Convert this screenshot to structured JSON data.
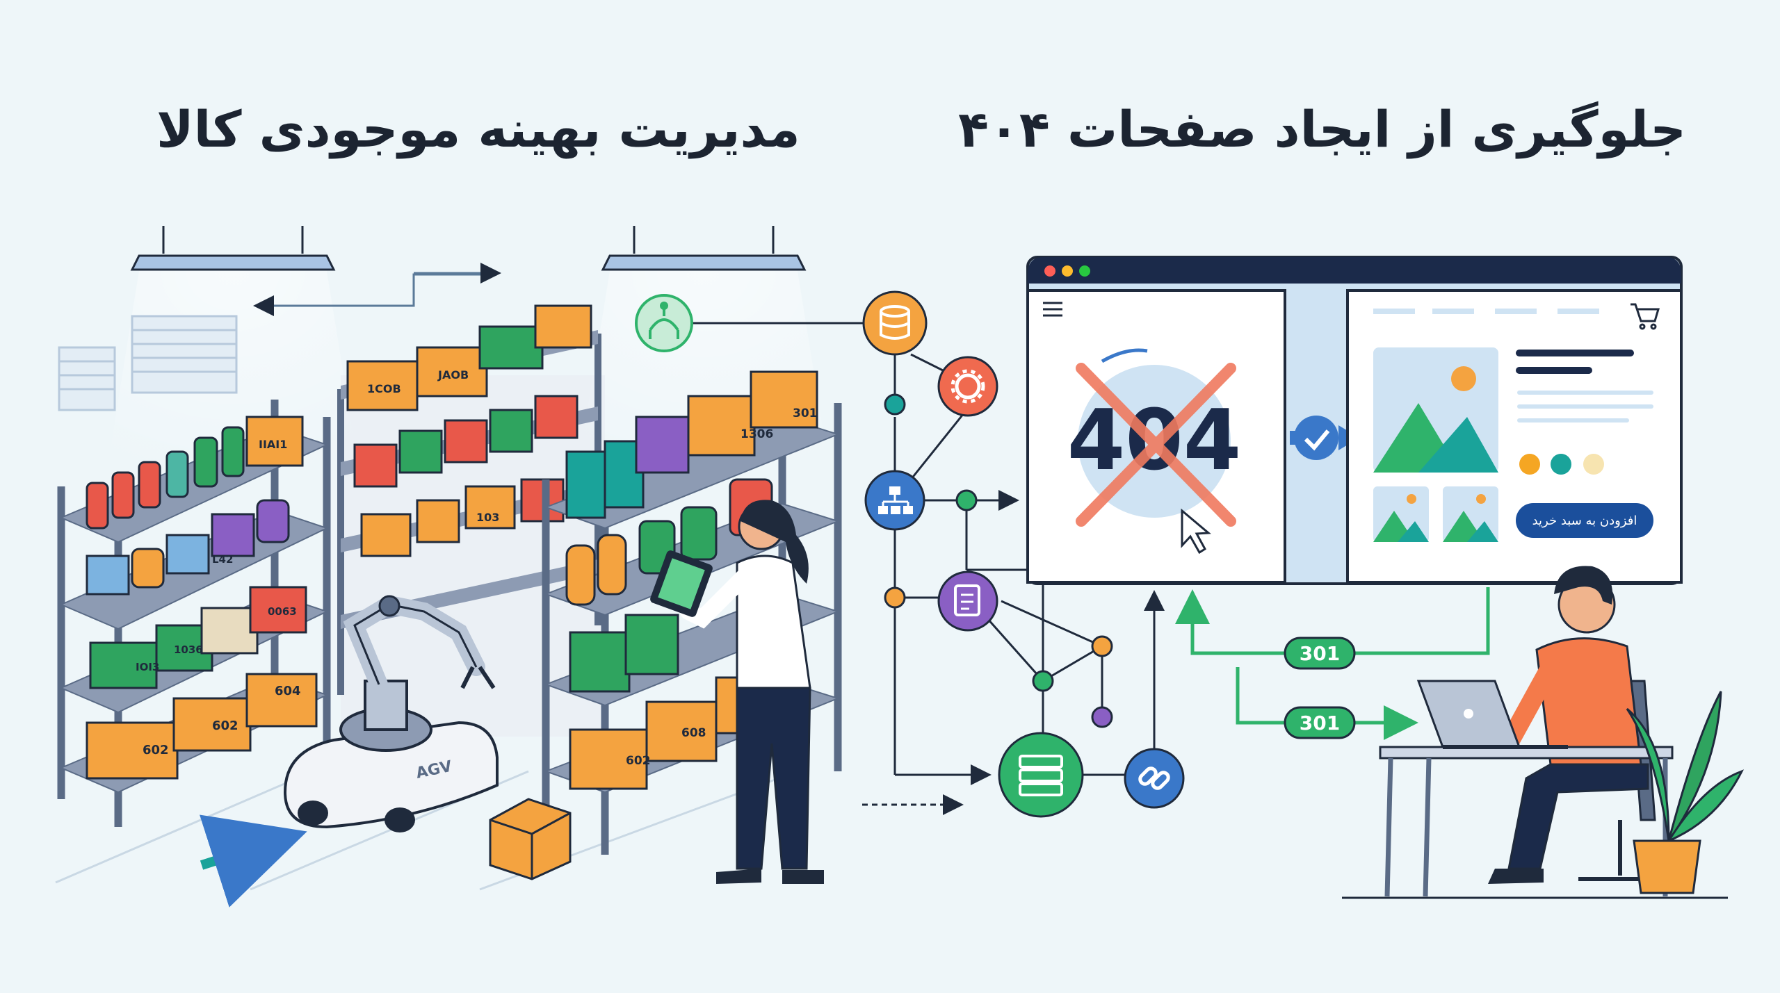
{
  "headlines": {
    "left": "مدیریت بهینه موجودی کالا",
    "right": "جلوگیری از ایجاد صفحات ۴۰۴"
  },
  "warehouse": {
    "box_codes": [
      "IIAI1",
      "1COB",
      "JAOB",
      "L42",
      "0063",
      "1036",
      "1306",
      "301",
      "103",
      "602",
      "604",
      "608",
      "IOI3"
    ],
    "robot_label": "AGV"
  },
  "error_page": {
    "code": "404",
    "window_dots": [
      "#ff5f57",
      "#febc2e",
      "#28c840"
    ]
  },
  "product_page": {
    "cta_label": "افزودن به سبد خرید",
    "swatches": [
      "#f5a623",
      "#1aa39a",
      "#f7e4b0"
    ]
  },
  "redirects": [
    "301",
    "301"
  ],
  "node_icons": [
    "tree-icon",
    "database-icon",
    "gear-icon",
    "sitemap-icon",
    "document-icon",
    "server-icon",
    "link-icon"
  ],
  "colors": {
    "navy": "#1b2a4a",
    "orange": "#f4a340",
    "green": "#2fb36b",
    "blue": "#3a78c9",
    "cross_red": "#f07a5f"
  }
}
